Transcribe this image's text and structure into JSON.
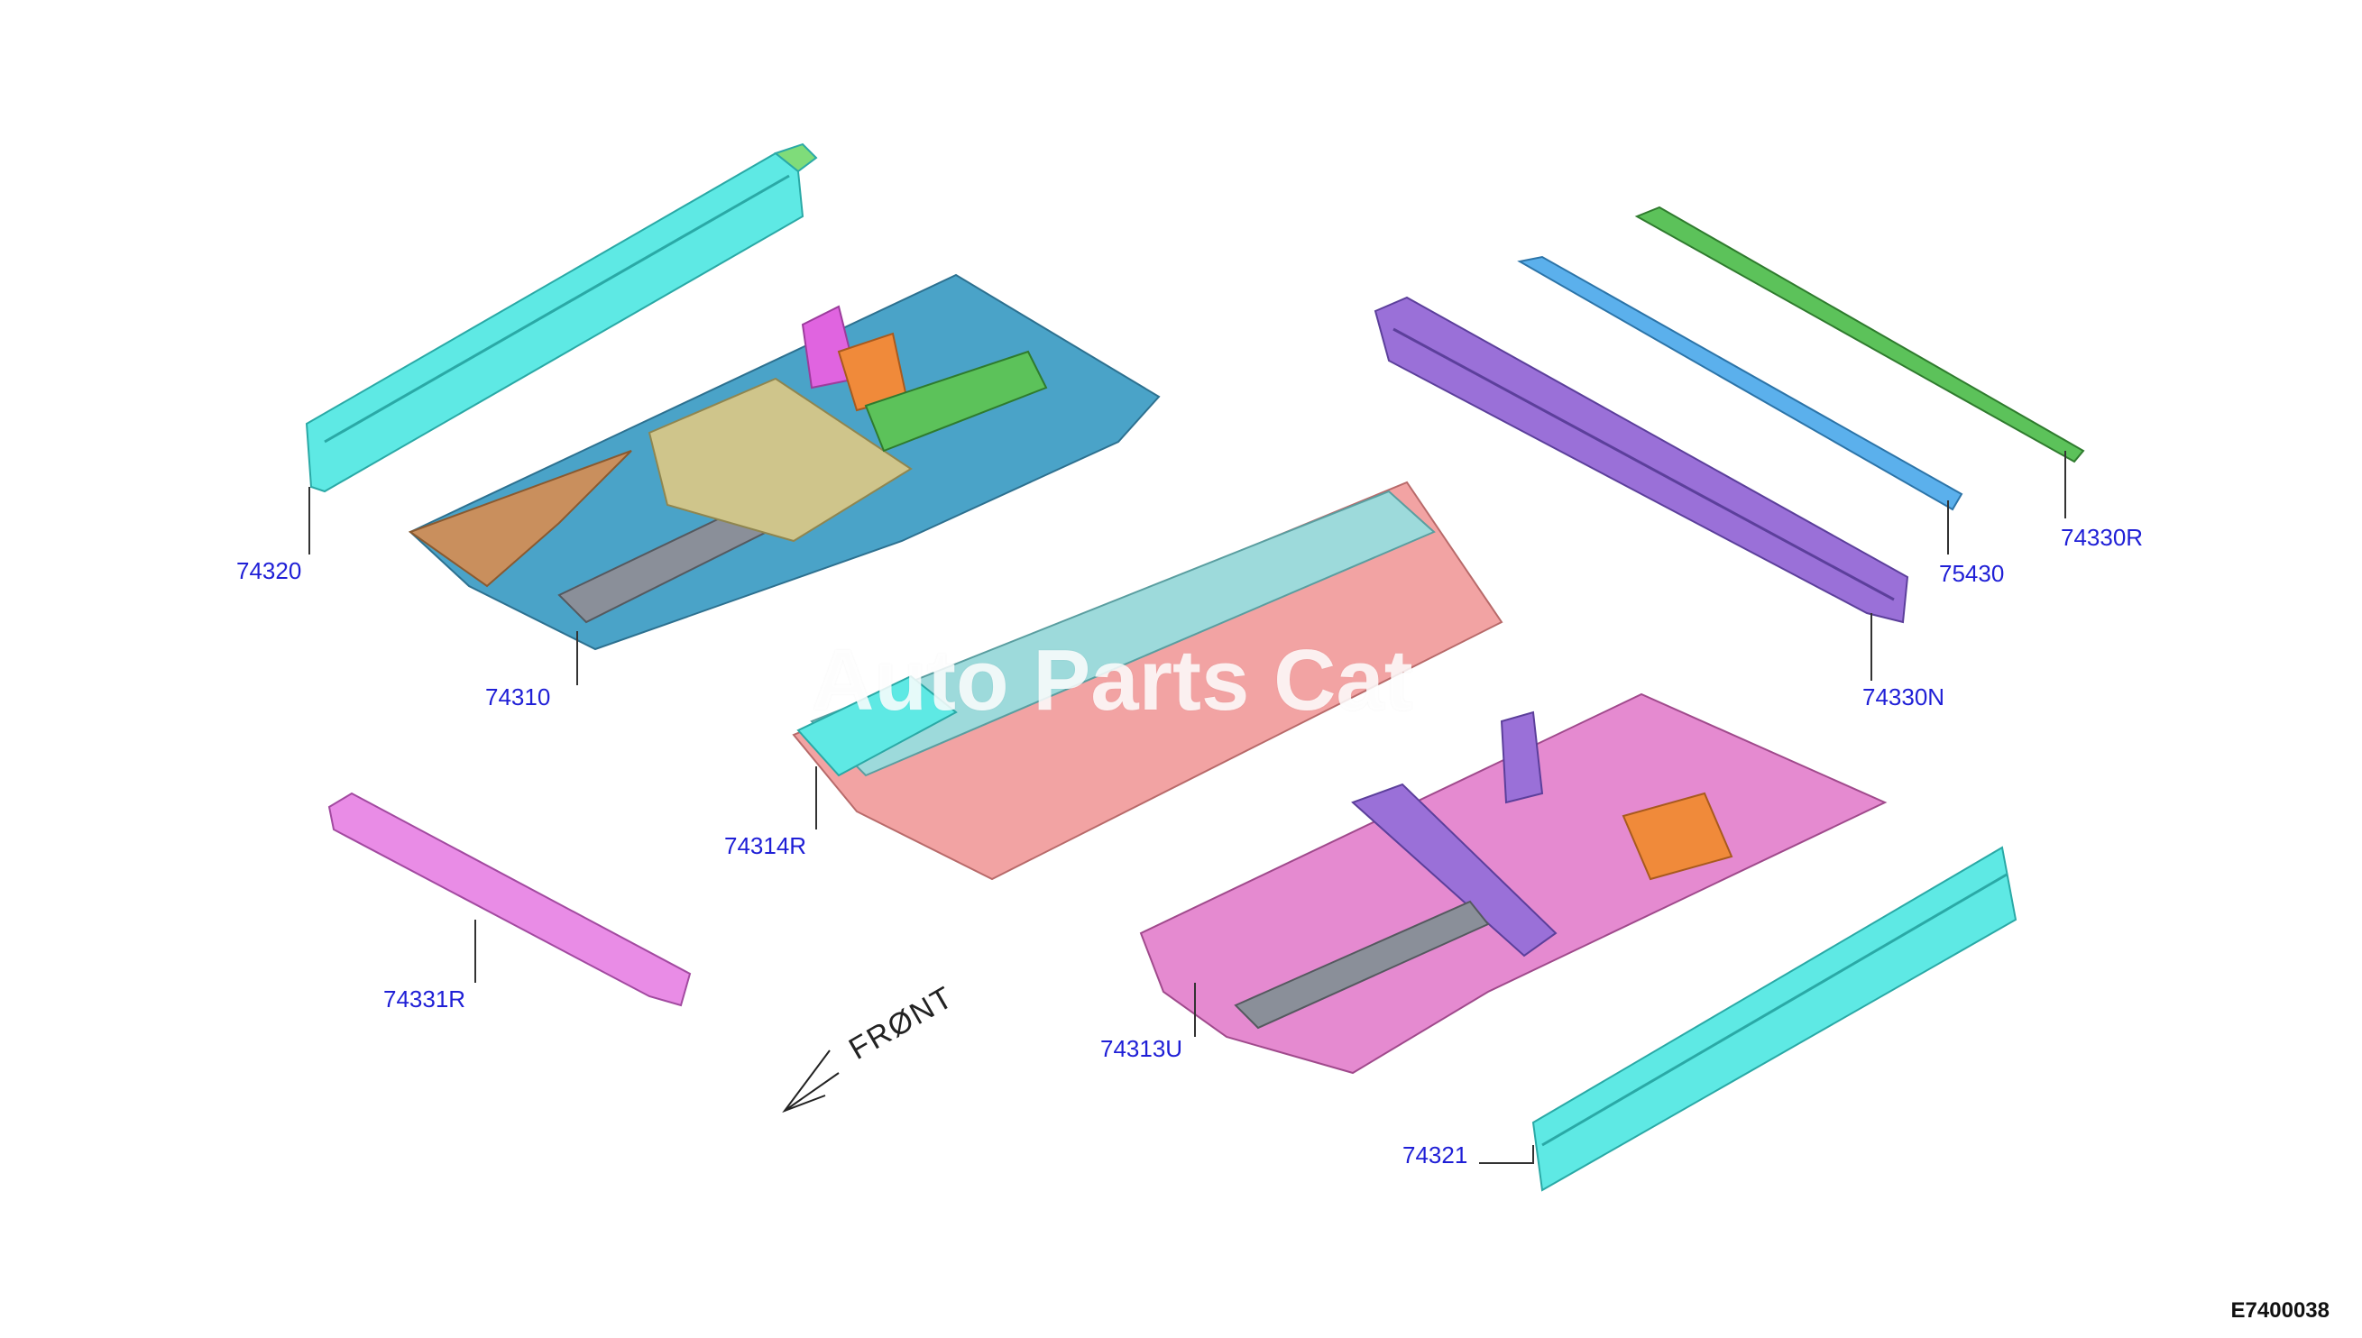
{
  "diagram": {
    "diagram_code": "E7400038",
    "direction_label": "FRØNT",
    "watermark_text": "Auto Parts Cat",
    "colors": {
      "callout_text": "#1f1fd6",
      "leader_line": "#333333",
      "cyan_sill": "#5ee9e4",
      "blue_floor": "#4aa3c8",
      "salmon_tunnel": "#f2a3a3",
      "pink_floor": "#e58ad0",
      "purple_crossmember": "#9a70d8",
      "sky_blue_rail": "#5bb0ec",
      "green_rail": "#5cc25a",
      "magenta_rail": "#e98ce6",
      "tan_bracket": "#cfc58b",
      "orange_bracket": "#f08a3a",
      "grey_member": "#8a8f99"
    },
    "callouts": [
      {
        "id": "c74320",
        "label": "74320"
      },
      {
        "id": "c74310",
        "label": "74310"
      },
      {
        "id": "c74314R",
        "label": "74314R"
      },
      {
        "id": "c74331R",
        "label": "74331R"
      },
      {
        "id": "c74313U",
        "label": "74313U"
      },
      {
        "id": "c74321",
        "label": "74321"
      },
      {
        "id": "c74330R",
        "label": "74330R"
      },
      {
        "id": "c75430",
        "label": "75430"
      },
      {
        "id": "c74330N",
        "label": "74330N"
      }
    ]
  }
}
